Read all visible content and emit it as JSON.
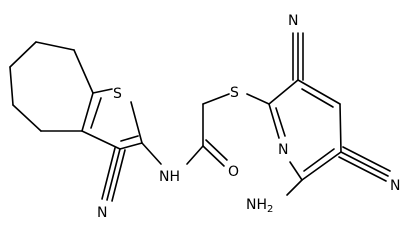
{
  "structure": {
    "atoms": [
      {
        "id": "s_thiophene",
        "symbol": "S"
      },
      {
        "id": "s_thioether",
        "symbol": "S"
      },
      {
        "id": "nh",
        "symbol": "NH"
      },
      {
        "id": "o_carbonyl",
        "symbol": "O"
      },
      {
        "id": "n_pyridine",
        "symbol": "N"
      },
      {
        "id": "n_nitrile_top",
        "symbol": "N"
      },
      {
        "id": "n_nitrile_right",
        "symbol": "N"
      },
      {
        "id": "n_nitrile_bottom",
        "symbol": "N"
      },
      {
        "id": "amino",
        "symbol": "NH2"
      }
    ]
  }
}
